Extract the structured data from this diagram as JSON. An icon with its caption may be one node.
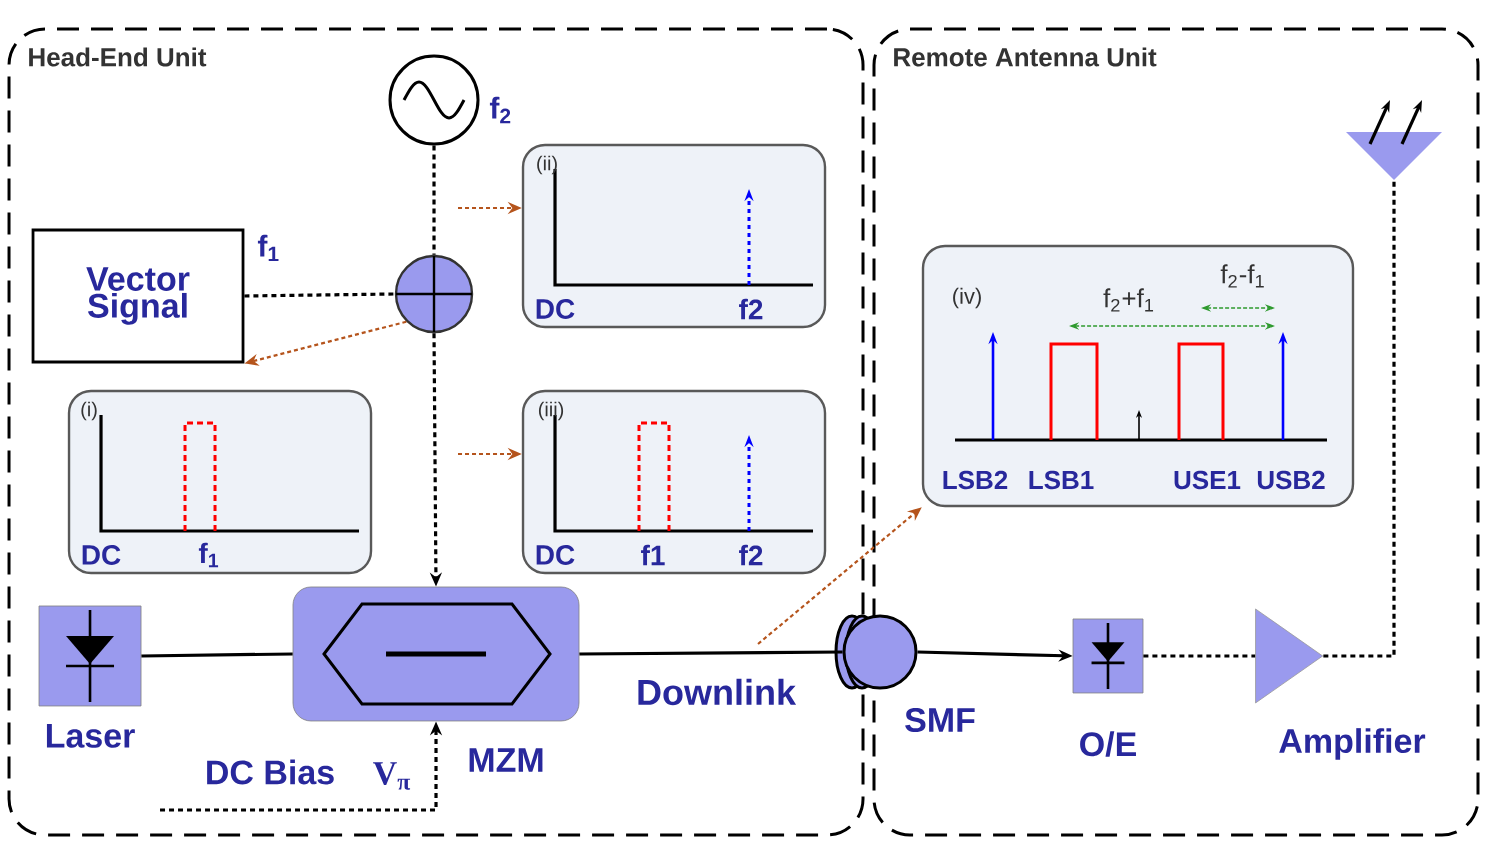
{
  "diagram": {
    "nodes": [
      {
        "text": [
          "Head-End Unit"
        ]
      },
      {
        "text": [
          "Remote Antenna Unit"
        ]
      },
      {
        "text": [],
        "shape": "circle",
        "in": 0,
        "beside": [
          "f$_{2}$"
        ]
      },
      {
        "text": [
          "Vector Signal"
        ],
        "in": 0,
        "beside": [
          "f$_{1}$"
        ]
      },
      {
        "text": [],
        "shape": "circle",
        "in": 0
      },
      {
        "text": [
          "(i)",
          "DC",
          "f$_{1}$"
        ],
        "in": 0
      },
      {
        "text": [
          "(ii)",
          "DC",
          "f2"
        ],
        "in": 0
      },
      {
        "text": [
          "(iii)",
          "DC",
          "f1",
          "f2"
        ],
        "in": 0
      },
      {
        "text": [
          "(iv)",
          "f$_{2}$+f$_{1}$",
          "f$_{2}$-f$_{1}$",
          "LSB2",
          "LSB1",
          "USE1",
          "USB2"
        ],
        "in": 1
      },
      {
        "text": [],
        "shape": "box",
        "in": 0,
        "beside": [
          "Laser"
        ]
      },
      {
        "text": [],
        "shape": "box",
        "in": 0,
        "beside": [
          "MZM"
        ]
      },
      {
        "text": [],
        "shape": "coil",
        "beside": [
          "SMF"
        ]
      },
      {
        "text": [],
        "shape": "box",
        "in": 1,
        "beside": [
          "O/E"
        ]
      },
      {
        "text": [],
        "shape": "triangle",
        "in": 1,
        "beside": [
          "Amplifier"
        ]
      },
      {
        "text": [],
        "shape": "triangle",
        "in": 1
      }
    ],
    "edges": [
      {
        "from": 2,
        "to": 4,
        "arrow": "none",
        "style": "dashed"
      },
      {
        "from": 3,
        "to": 4,
        "arrow": "none",
        "style": "dashed"
      },
      {
        "from": 4,
        "to": 10,
        "arrow": "to",
        "style": "dashed"
      },
      {
        "from": 9,
        "to": 10,
        "arrow": "none"
      },
      {
        "from": 10,
        "to": 11,
        "arrow": "none"
      },
      {
        "from": 11,
        "to": 12,
        "arrow": "to"
      },
      {
        "from": 12,
        "to": 13,
        "arrow": "none",
        "style": "dashed"
      },
      {
        "from": 13,
        "to": 14,
        "arrow": "none",
        "style": "dashed"
      },
      {
        "from": null,
        "to": 10,
        "arrow": "to",
        "style": "dashed"
      },
      {
        "from": 4,
        "to": 3,
        "arrow": "to",
        "style": "dashed",
        "color": "#b5541c"
      },
      {
        "from": null,
        "to": 6,
        "arrow": "to",
        "style": "dashed",
        "color": "#b5541c"
      },
      {
        "from": null,
        "to": 7,
        "arrow": "to",
        "style": "dashed",
        "color": "#b5541c"
      },
      {
        "from": null,
        "to": 8,
        "arrow": "to",
        "style": "dashed",
        "color": "#b5541c"
      }
    ],
    "labels": [
      "Downlink",
      "DC Bias",
      "V$_{π}$"
    ]
  }
}
